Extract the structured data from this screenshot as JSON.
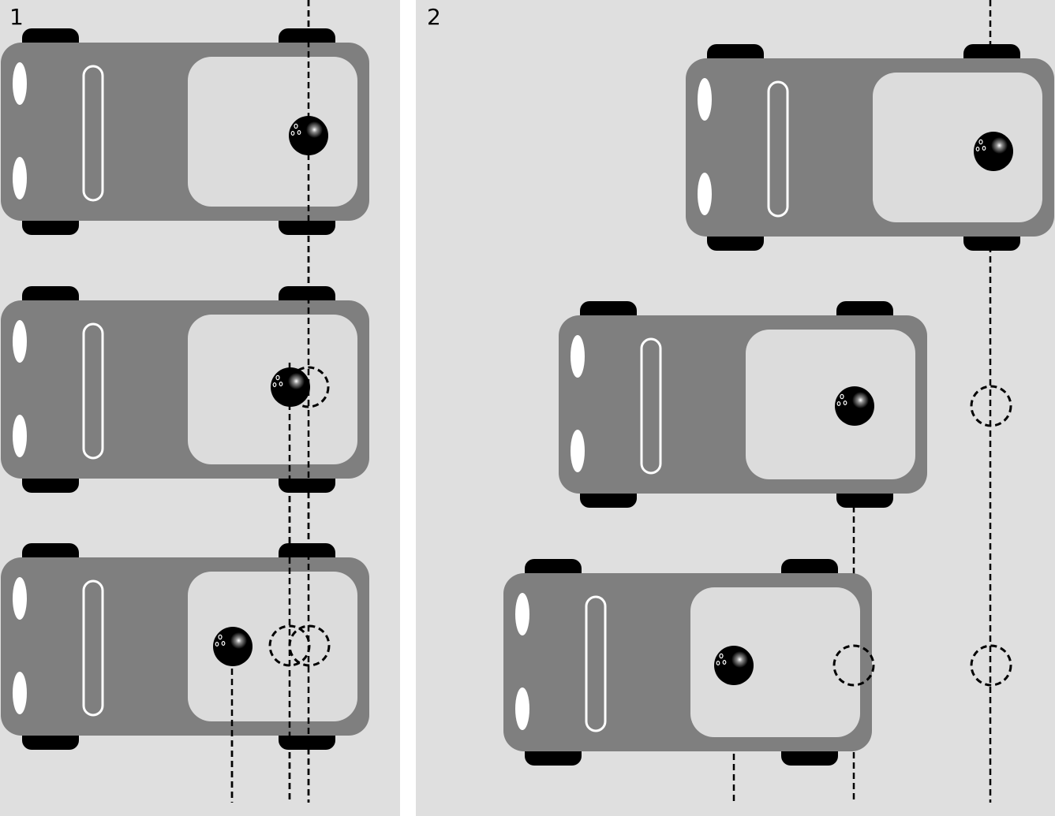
{
  "panels": [
    {
      "label": "1"
    },
    {
      "label": "2"
    }
  ],
  "colors": {
    "background": "#dfdfdf",
    "divider": "#ffffff",
    "car_body": "#7f7f7f",
    "car_window": "#dcdcdc",
    "wheel": "#000000",
    "headlight": "#ffffff",
    "ball": "#000000",
    "trace_line": "#000000"
  },
  "icons": {
    "car": "car-top-view-icon",
    "ball": "ball-icon",
    "ghost_ball": "dashed-circle-outline",
    "trace": "dashed-vertical-line"
  }
}
